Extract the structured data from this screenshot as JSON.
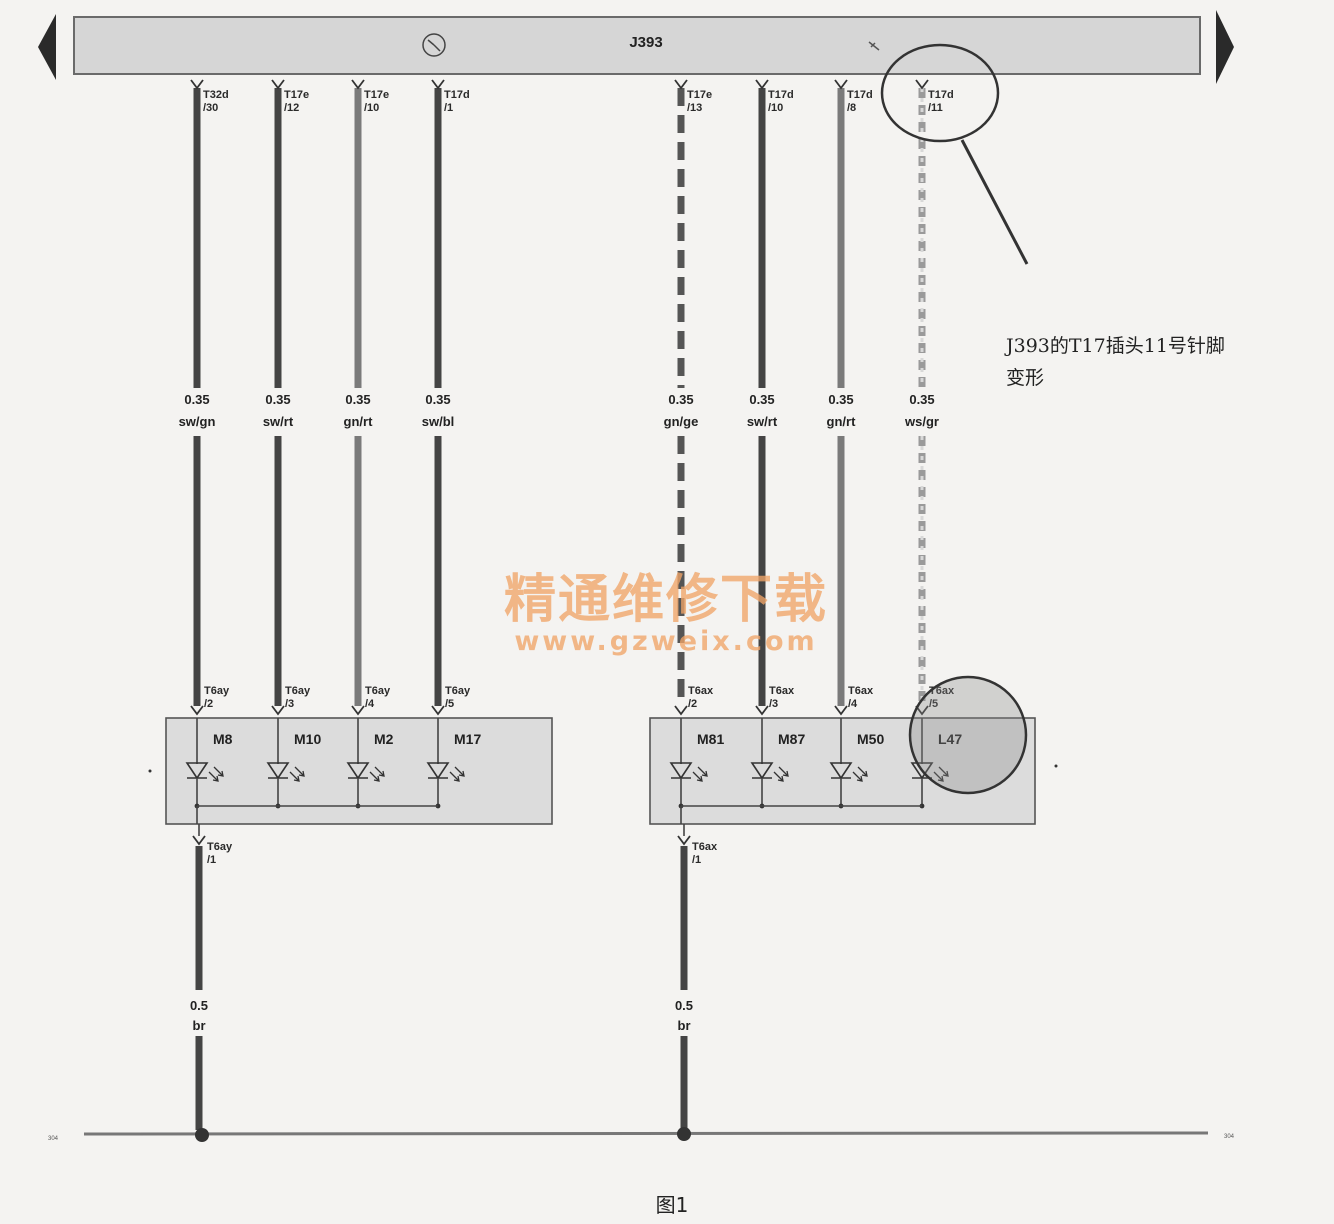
{
  "bus": {
    "label": "J393",
    "fill": "#d6d6d6"
  },
  "wires": [
    {
      "id": "w1",
      "pin_top": [
        "T32d",
        "/30"
      ],
      "gauge": "0.35",
      "color_code": "sw/gn",
      "style": "solid",
      "stroke": "#444444",
      "pin_bottom": [
        "T6ay",
        "/2"
      ]
    },
    {
      "id": "w2",
      "pin_top": [
        "T17e",
        "/12"
      ],
      "gauge": "0.35",
      "color_code": "sw/rt",
      "style": "solid",
      "stroke": "#444444",
      "pin_bottom": [
        "T6ay",
        "/3"
      ]
    },
    {
      "id": "w3",
      "pin_top": [
        "T17e",
        "/10"
      ],
      "gauge": "0.35",
      "color_code": "gn/rt",
      "style": "solid",
      "stroke": "#7a7a7a",
      "pin_bottom": [
        "T6ay",
        "/4"
      ]
    },
    {
      "id": "w4",
      "pin_top": [
        "T17d",
        "/1"
      ],
      "gauge": "0.35",
      "color_code": "sw/bl",
      "style": "solid",
      "stroke": "#444444",
      "pin_bottom": [
        "T6ay",
        "/5"
      ]
    },
    {
      "id": "w5",
      "pin_top": [
        "T17e",
        "/13"
      ],
      "gauge": "0.35",
      "color_code": "gn/ge",
      "style": "dashed",
      "stroke": "#555555",
      "pin_bottom": [
        "T6ax",
        "/2"
      ]
    },
    {
      "id": "w6",
      "pin_top": [
        "T17d",
        "/10"
      ],
      "gauge": "0.35",
      "color_code": "sw/rt",
      "style": "solid",
      "stroke": "#444444",
      "pin_bottom": [
        "T6ax",
        "/3"
      ]
    },
    {
      "id": "w7",
      "pin_top": [
        "T17d",
        "/8"
      ],
      "gauge": "0.35",
      "color_code": "gn/rt",
      "style": "solid",
      "stroke": "#7a7a7a",
      "pin_bottom": [
        "T6ax",
        "/4"
      ]
    },
    {
      "id": "w8",
      "pin_top": [
        "T17d",
        "/11"
      ],
      "gauge": "0.35",
      "color_code": "ws/gr",
      "style": "dashed-light",
      "stroke": "#9a9a9a",
      "pin_bottom": [
        "T6ax",
        "/5"
      ]
    }
  ],
  "modules": [
    {
      "id": "left",
      "components": [
        "M8",
        "M10",
        "M2",
        "M17"
      ],
      "ground_pin": [
        "T6ay",
        "/1"
      ],
      "ground_gauge": "0.5",
      "ground_color": "br"
    },
    {
      "id": "right",
      "components": [
        "M81",
        "M87",
        "M50",
        "L47"
      ],
      "ground_pin": [
        "T6ax",
        "/1"
      ],
      "ground_gauge": "0.5",
      "ground_color": "br"
    }
  ],
  "ground_bus": {
    "left_tag": "304",
    "right_tag": "304"
  },
  "annotation": {
    "line1": "J393的T17插头11号针脚",
    "line2": "变形"
  },
  "watermark": {
    "line1": "精通维修下载",
    "line2": "www.gzweix.com"
  },
  "caption": "图1",
  "colors": {
    "wire_dark": "#444444",
    "module_fill": "#dcdcdc",
    "highlight": "#8a8a8a",
    "watermark": "#f0a468"
  }
}
